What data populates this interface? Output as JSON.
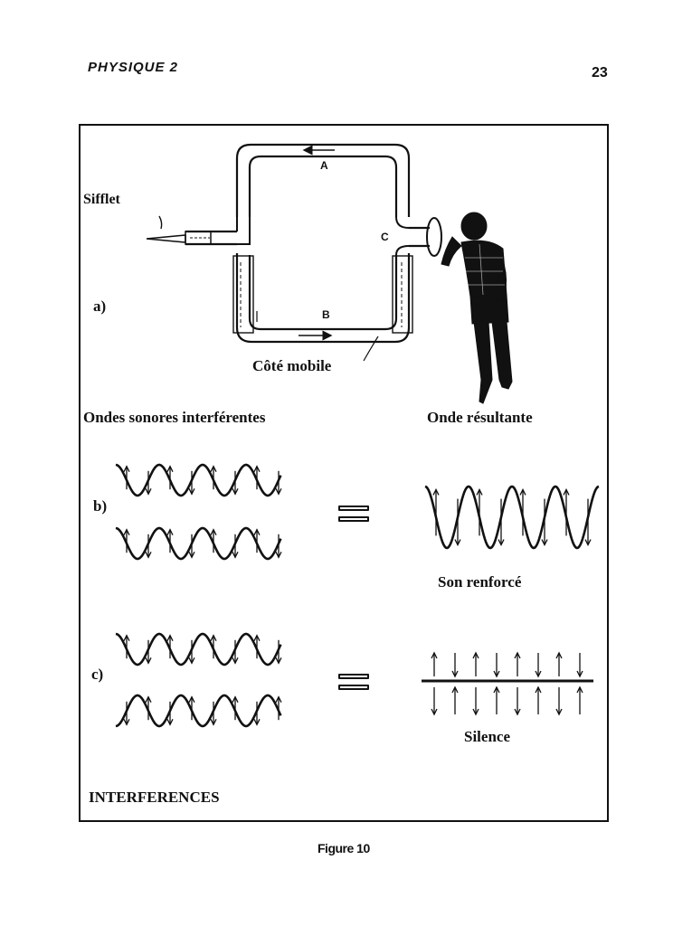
{
  "header": {
    "left": "PHYSIQUE 2",
    "right": "23"
  },
  "figure": {
    "part_a": {
      "marker": "a)",
      "sifflet": "Sifflet",
      "path_a": "A",
      "path_b": "B",
      "path_c": "C",
      "cote_mobile": "Côté mobile"
    },
    "heading_left": "Ondes sonores interférentes",
    "heading_right": "Onde résultante",
    "part_b": {
      "marker": "b)",
      "result": "Son renforcé"
    },
    "part_c": {
      "marker": "c)",
      "result": "Silence"
    },
    "footer_label": "INTERFERENCES"
  },
  "caption": "Figure 10"
}
